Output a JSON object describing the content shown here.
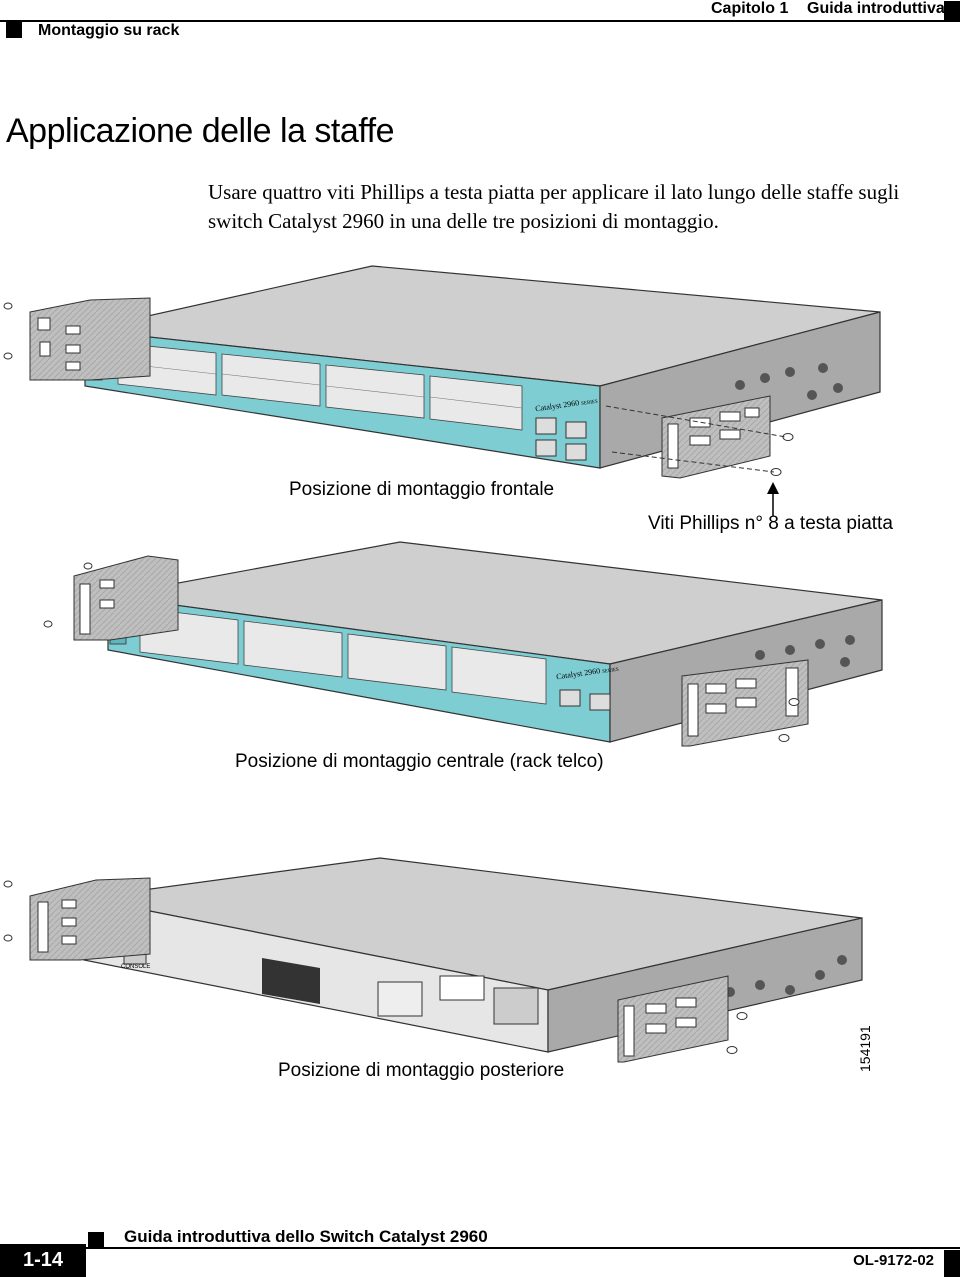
{
  "header": {
    "section": "Montaggio su rack",
    "chapter": "Capitolo 1",
    "chapter_title": "Guida introduttiva"
  },
  "title": "Applicazione delle la staffe",
  "body": "Usare quattro viti Phillips a testa piatta per applicare il lato lungo delle staffe sugli switch Catalyst 2960 in una delle tre posizioni di montaggio.",
  "figure": {
    "captions": {
      "front": "Posizione di montaggio frontale",
      "screws": "Viti Phillips n° 8 a testa piatta",
      "middle": "Posizione di montaggio centrale (rack telco)",
      "rear": "Posizione di montaggio posteriore"
    },
    "device_label": "Catalyst 2960",
    "device_series": "SERIES",
    "console_label": "CONSOLE",
    "figure_id": "154191"
  },
  "footer": {
    "doc_title": "Guida introduttiva dello Switch Catalyst 2960",
    "page": "1-14",
    "doc_code": "OL-9172-02"
  }
}
